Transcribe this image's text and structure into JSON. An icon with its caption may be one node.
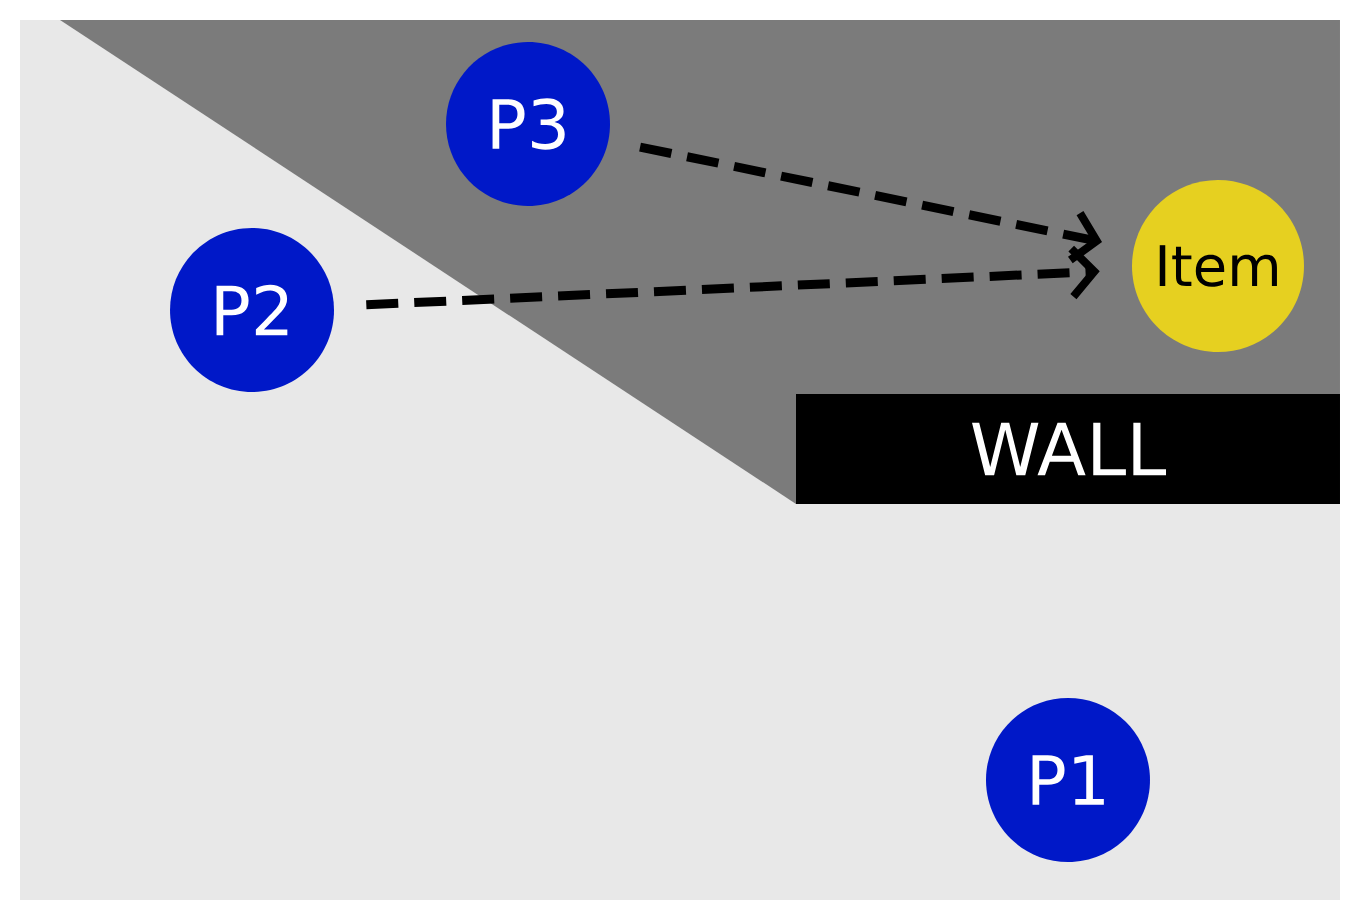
{
  "diagram": {
    "nodes": [
      {
        "text": [
          "P3"
        ]
      },
      {
        "text": [
          "P2"
        ]
      },
      {
        "text": [
          "Item"
        ]
      },
      {
        "text": [
          "WALL"
        ]
      },
      {
        "text": [
          "P1"
        ]
      }
    ],
    "edges": [
      {
        "from": 0,
        "to": 2,
        "arrow": "to",
        "style": "dashed"
      },
      {
        "from": 1,
        "to": 2,
        "arrow": "to",
        "style": "dashed"
      }
    ]
  }
}
